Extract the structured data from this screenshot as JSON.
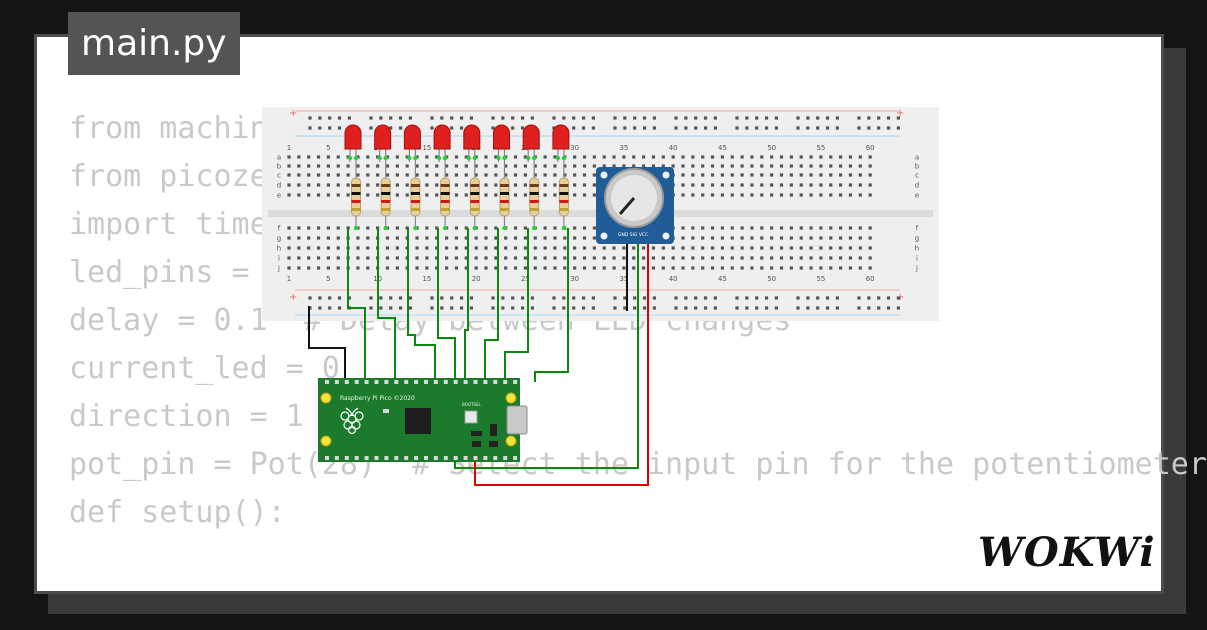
{
  "file_tab": {
    "label": "main.py"
  },
  "code_lines": [
    "from machine import Pin",
    "from picozero import Pot",
    "import time",
    "",
    "led_pins = [0,1,2,3,4,5,6,7]",
    "delay = 0.1  # Delay between LED changes",
    "current_led = 0",
    "direction = 1",
    "pot_pin = Pot(28)  # Select the input pin for the potentiometer",
    "",
    "def setup():"
  ],
  "breadboard": {
    "column_numbers": [
      "1",
      "5",
      "10",
      "15",
      "20",
      "25",
      "30",
      "35",
      "40",
      "45",
      "50",
      "55",
      "60"
    ],
    "row_letters_top": [
      "a",
      "b",
      "c",
      "d",
      "e"
    ],
    "row_letters_bottom": [
      "f",
      "g",
      "h",
      "i",
      "j"
    ],
    "rail_plus": "+",
    "rail_minus": "-"
  },
  "leds": {
    "count": 8,
    "color": "#e0201e"
  },
  "potentiometer": {
    "pins_label": "GND SIG VCC"
  },
  "pico": {
    "label": "Raspberry Pi Pico ©2020",
    "bootsel_label": "BOOTSEL"
  },
  "wires": {
    "signal_color": "#0a8a0a",
    "ground_color": "#111111",
    "power_color": "#e00000"
  },
  "logo": {
    "text": "WOKWi"
  }
}
